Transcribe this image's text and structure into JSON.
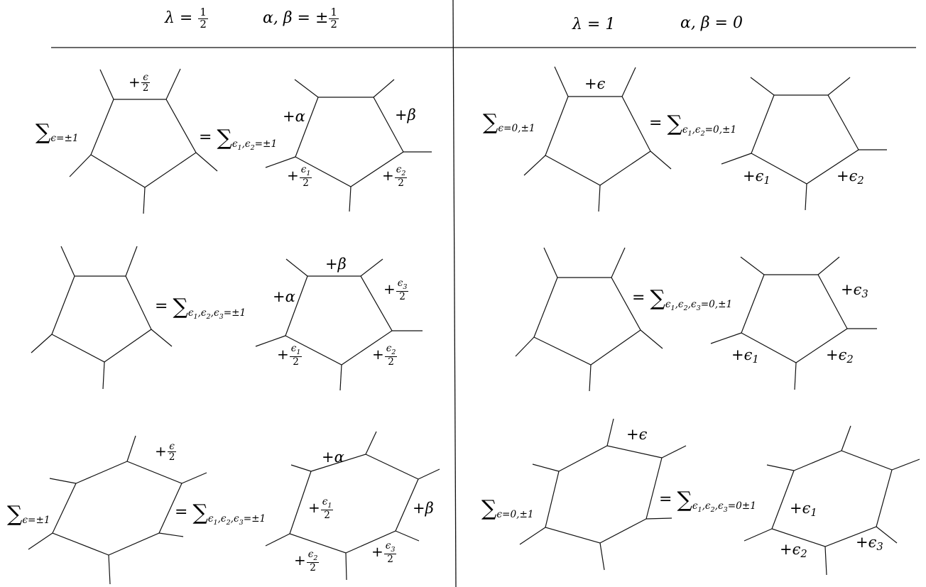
{
  "header": {
    "left_lambda": "λ = ",
    "left_lambda_num": "1",
    "left_lambda_den": "2",
    "left_alpha": "α, β = ±",
    "left_alpha_num": "1",
    "left_alpha_den": "2",
    "right_lambda": "λ = 1",
    "right_alpha": "α, β = 0"
  },
  "left": {
    "row1": {
      "lhs_sum_sub": "ϵ=±1",
      "top_label_prefix": "+",
      "top_label_num": "ϵ",
      "top_label_den": "2",
      "rhs_sum_sub": "ϵ1,ϵ2=±1",
      "alpha_label": "+α",
      "beta_label": "+β",
      "e1_num": "ϵ1",
      "e1_den": "2",
      "e2_num": "ϵ2",
      "e2_den": "2"
    },
    "row2": {
      "rhs_sum_sub": "ϵ1,ϵ2,ϵ3=±1",
      "alpha_label": "+α",
      "beta_label": "+β",
      "e1_num": "ϵ1",
      "e1_den": "2",
      "e2_num": "ϵ2",
      "e2_den": "2",
      "e3_num": "ϵ3",
      "e3_den": "2"
    },
    "row3": {
      "lhs_sum_sub": "ϵ=±1",
      "top_label_num": "ϵ",
      "top_label_den": "2",
      "rhs_sum_sub": "ϵ1,ϵ2,ϵ3=±1",
      "alpha_label": "+α",
      "beta_label": "+β",
      "e1_num": "ϵ1",
      "e1_den": "2",
      "e2_num": "ϵ2",
      "e2_den": "2",
      "e3_num": "ϵ3",
      "e3_den": "2"
    }
  },
  "right": {
    "row1": {
      "lhs_sum_sub": "ϵ=0,±1",
      "top_label": "+ϵ",
      "rhs_sum_sub": "ϵ1,ϵ2=0,±1",
      "e1_label": "+ϵ1",
      "e2_label": "+ϵ2"
    },
    "row2": {
      "rhs_sum_sub": "ϵ1,ϵ2,ϵ3=0,±1",
      "e1_label": "+ϵ1",
      "e2_label": "+ϵ2",
      "e3_label": "+ϵ3"
    },
    "row3": {
      "lhs_sum_sub": "ϵ=0,±1",
      "top_label": "+ϵ",
      "rhs_sum_sub": "ϵ1,ϵ2,ϵ3=0±1",
      "e1_label": "+ϵ1",
      "e2_label": "+ϵ2",
      "e3_label": "+ϵ3"
    }
  }
}
